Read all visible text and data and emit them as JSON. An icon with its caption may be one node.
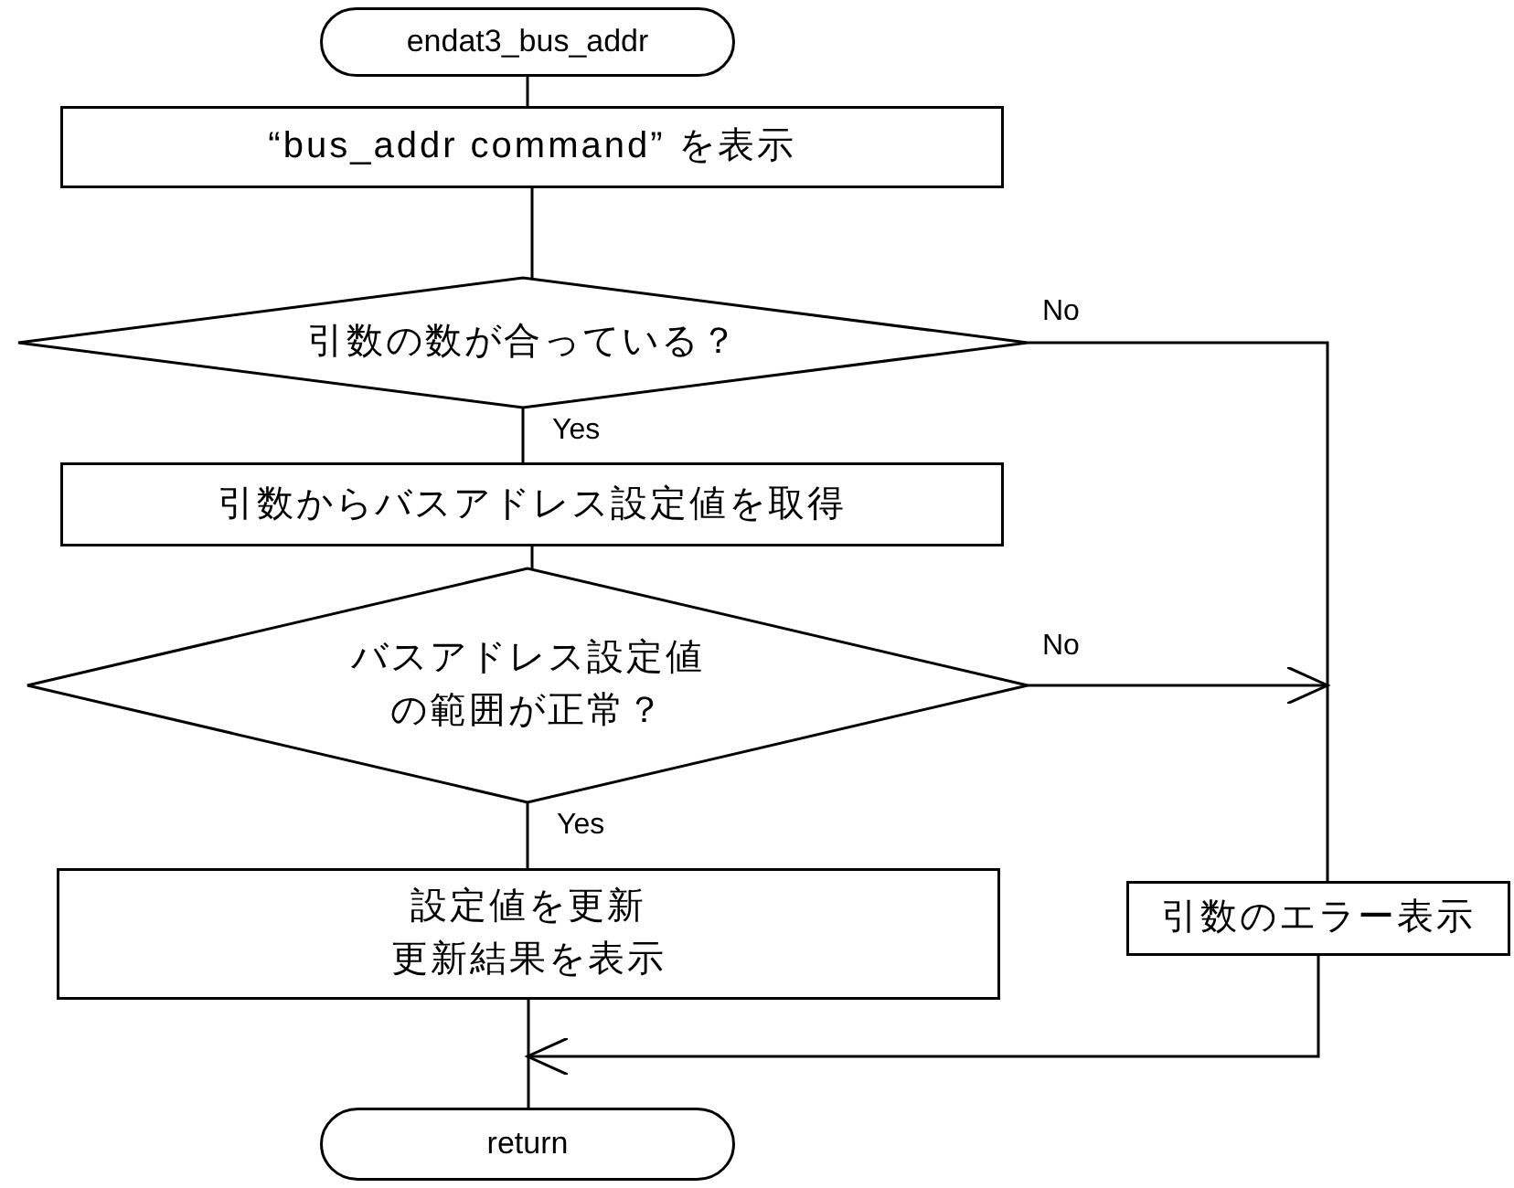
{
  "diagram": {
    "nodes": [
      {
        "text": [
          "endat3_bus_addr"
        ]
      },
      {
        "text": [
          "“bus_addr command” を表示"
        ]
      },
      {
        "text": [
          "引数の数が合っている？"
        ]
      },
      {
        "text": [
          "引数からバスアドレス設定値を取得"
        ]
      },
      {
        "text": [
          "バスアドレス設定値の範囲が正常？"
        ]
      },
      {
        "text": [
          "設定値を更新更新結果を表示"
        ]
      },
      {
        "text": [
          "引数のエラー表示"
        ]
      },
      {
        "text": [
          "return"
        ]
      }
    ],
    "edges": [
      {
        "from": 0,
        "to": 1,
        "arrow": "none"
      },
      {
        "from": 1,
        "to": 2,
        "arrow": "none"
      },
      {
        "from": 2,
        "to": 3,
        "arrow": "none",
        "label": "Yes"
      },
      {
        "from": 2,
        "to": 6,
        "arrow": "none",
        "label": "No"
      },
      {
        "from": 3,
        "to": 4,
        "arrow": "none"
      },
      {
        "from": 4,
        "to": null,
        "arrow": "to",
        "label": "No"
      },
      {
        "from": 4,
        "to": 5,
        "arrow": "none",
        "label": "Yes"
      },
      {
        "from": 5,
        "to": 7,
        "arrow": "none"
      },
      {
        "from": 6,
        "to": 7,
        "arrow": "to"
      }
    ]
  }
}
